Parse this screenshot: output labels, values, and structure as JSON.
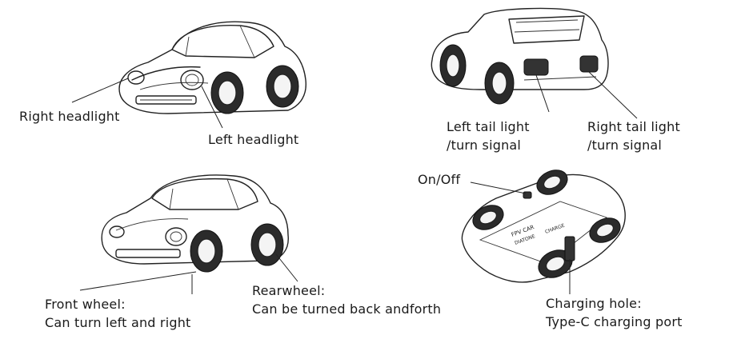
{
  "labels": {
    "right_headlight": "Right headlight",
    "left_headlight": "Left headlight",
    "left_tail_line1": "Left tail light",
    "left_tail_line2": "/turn signal",
    "right_tail_line1": "Right tail light",
    "right_tail_line2": "/turn signal",
    "on_off": "On/Off",
    "front_wheel_line1": "Front wheel:",
    "front_wheel_line2": "Can turn left and right",
    "rear_wheel_line1": "Rearwheel:",
    "rear_wheel_line2": "Can be turned back andforth",
    "charging_line1": "Charging hole:",
    "charging_line2": "Type-C charging port"
  },
  "chassis_text": {
    "line1": "FPV CAR",
    "line2": "DIATONE",
    "line3": "CHARGE"
  },
  "colors": {
    "ink": "#1a1a1a",
    "background": "#ffffff"
  }
}
